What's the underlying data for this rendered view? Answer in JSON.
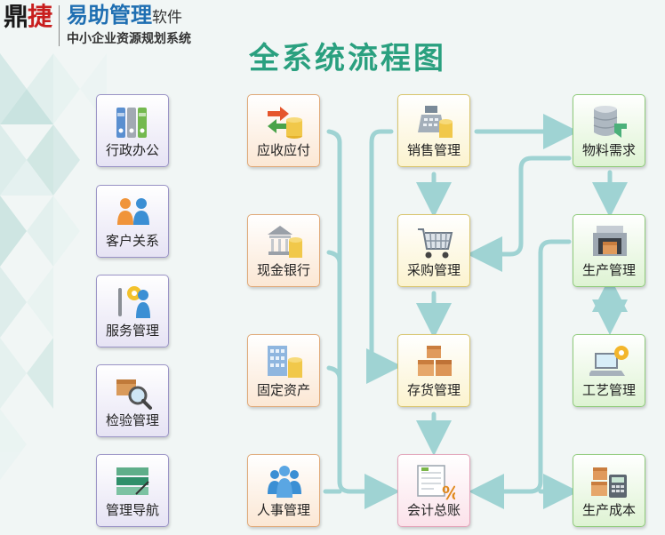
{
  "brand": {
    "text_a": "鼎",
    "text_b": "捷"
  },
  "product": {
    "name": "易助管理",
    "suffix": "软件",
    "subtitle": "中小企业资源规划系统"
  },
  "title": "全系统流程图",
  "colors": {
    "arrow": "#9fd3d3",
    "title": "#2aa07f",
    "brand_blue": "#1f6fb2",
    "brand_red": "#c81e1e"
  },
  "modules": {
    "admin": {
      "label": "行政办公",
      "icon": "binders-icon"
    },
    "crm": {
      "label": "客户关系",
      "icon": "people-icon"
    },
    "service": {
      "label": "服务管理",
      "icon": "service-gear-icon"
    },
    "inspection": {
      "label": "检验管理",
      "icon": "magnifier-box-icon"
    },
    "navigation": {
      "label": "管理导航",
      "icon": "stacked-trays-icon"
    },
    "ar_ap": {
      "label": "应收应付",
      "icon": "arrows-coins-icon"
    },
    "cash": {
      "label": "现金银行",
      "icon": "bank-coins-icon"
    },
    "assets": {
      "label": "固定资产",
      "icon": "building-coins-icon"
    },
    "hr": {
      "label": "人事管理",
      "icon": "people-group-icon"
    },
    "sales": {
      "label": "销售管理",
      "icon": "register-coins-icon"
    },
    "purchase": {
      "label": "采购管理",
      "icon": "cart-icon"
    },
    "inventory": {
      "label": "存货管理",
      "icon": "boxes-icon"
    },
    "ledger": {
      "label": "会计总账",
      "icon": "ledger-percent-icon"
    },
    "material": {
      "label": "物料需求",
      "icon": "database-icon"
    },
    "production": {
      "label": "生产管理",
      "icon": "printer-box-icon"
    },
    "process": {
      "label": "工艺管理",
      "icon": "laptop-gear-icon"
    },
    "cost": {
      "label": "生产成本",
      "icon": "boxes-calculator-icon"
    }
  }
}
